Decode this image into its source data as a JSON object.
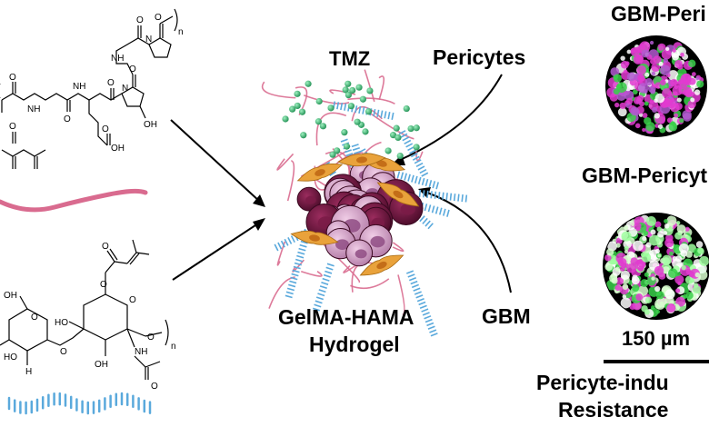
{
  "labels": {
    "tmz": "TMZ",
    "pericytes": "Pericytes",
    "gbm": "GBM",
    "hydrogel_line1": "GelMA-HAMA",
    "hydrogel_line2": "Hydrogel",
    "right_top_title": "GBM-Peri",
    "right_mid_title": "GBM-Pericyt",
    "scale_bar": "150 µm",
    "resistance_line1": "Pericyte-indu",
    "resistance_line2": "Resistance"
  },
  "chem_atoms": {
    "o": "O",
    "oh": "OH",
    "n": "N",
    "nh": "NH",
    "h": "H",
    "ho": "HO",
    "subscript_n": "n"
  },
  "colors": {
    "gelma_fiber": "#d96b8f",
    "hama_fiber": "#5aa9dc",
    "tmz_drug": "#2fae6a",
    "gbm_cell_dark": "#5c1033",
    "gbm_cell_light": "#c98bb8",
    "pericyte": "#e9a23b",
    "micro_magenta": "#e23bd0",
    "micro_green": "#3ad04a"
  }
}
